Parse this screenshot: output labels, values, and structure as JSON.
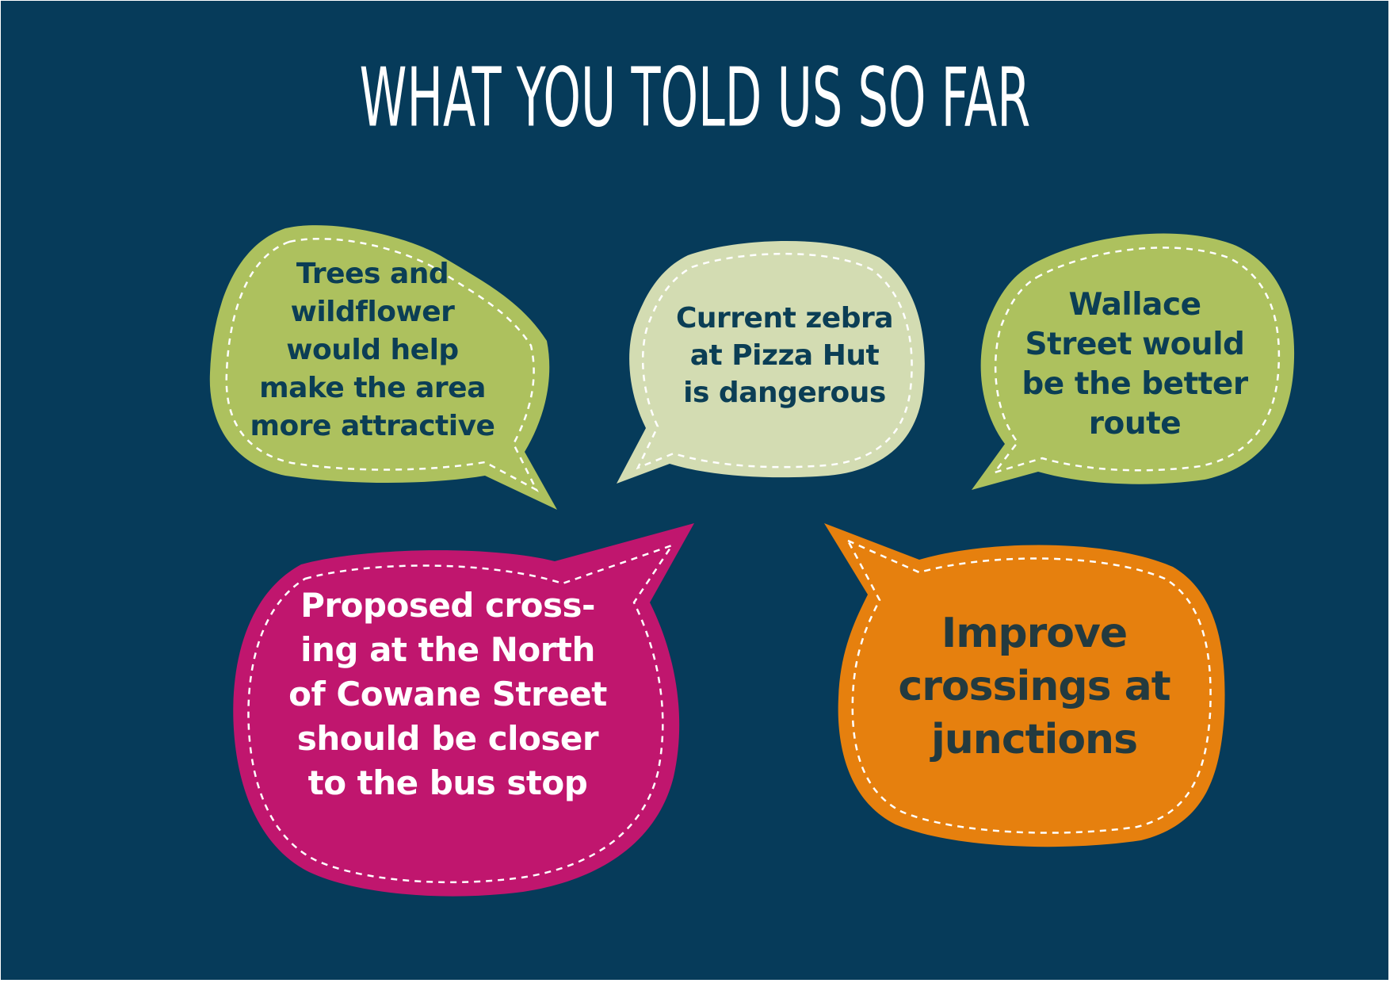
{
  "title": "WHAT YOU TOLD US SO FAR",
  "colors": {
    "background": "#063b5a",
    "bubble_green": "#adc15e",
    "bubble_pale": "#d3dcb2",
    "bubble_magenta": "#c0166e",
    "bubble_orange": "#e6800e",
    "stitch": "#ffffff"
  },
  "bubbles": [
    {
      "id": "trees",
      "text": "Trees and\nwildflower\nwould help\nmake the area\nmore attractive"
    },
    {
      "id": "zebra",
      "text": "Current zebra\nat Pizza Hut\nis dangerous"
    },
    {
      "id": "wallace",
      "text": "Wallace\nStreet would\nbe the better\nroute"
    },
    {
      "id": "proposed",
      "text": "Proposed cross-\ning at the North\nof Cowane Street\nshould be closer\nto the bus stop"
    },
    {
      "id": "improve",
      "text": "Improve\ncrossings at\njunctions"
    }
  ]
}
